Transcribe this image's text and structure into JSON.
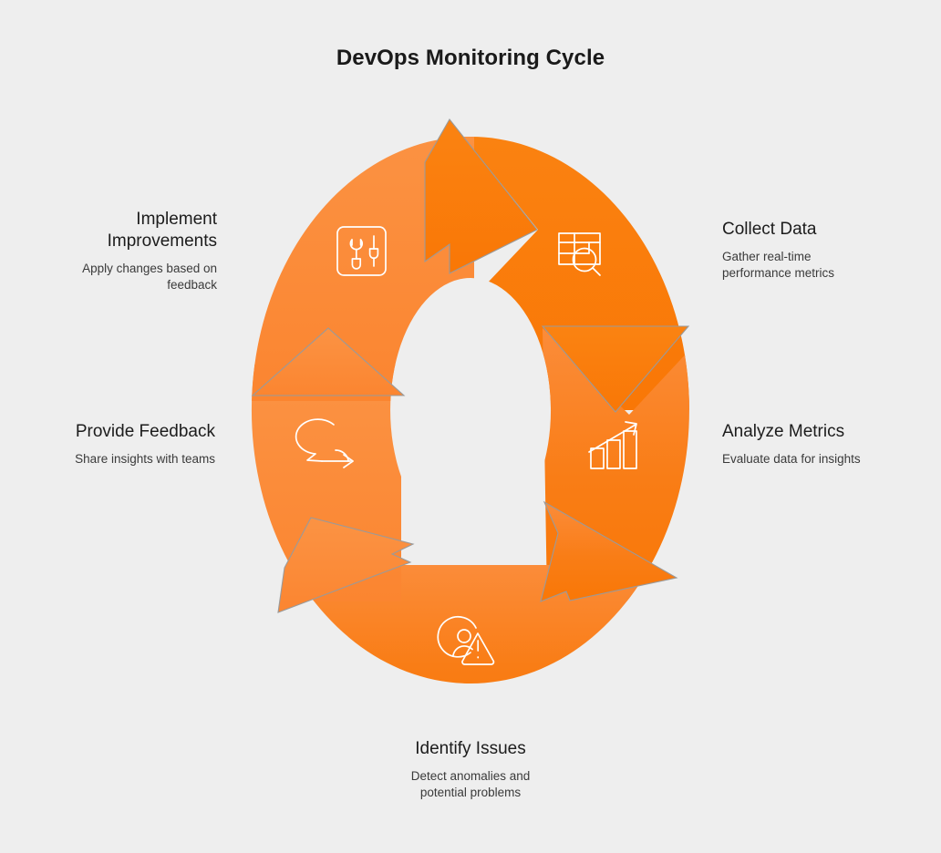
{
  "diagram": {
    "title": "DevOps Monitoring Cycle",
    "type": "cycle",
    "background_color": "#eeeeee",
    "accent_color": "#f97316",
    "accent_color_light": "#fb8c3a",
    "accent_color_dark": "#f97706",
    "outline_color": "#9a9a9a",
    "title_color": "#1a1a1a",
    "label_color": "#1c1c1c",
    "desc_color": "#3a3a3a",
    "icon_color": "#ffffff",
    "direction": "clockwise",
    "step_count": 5
  },
  "steps": [
    {
      "id": "collect-data",
      "order": 1,
      "title": "Collect Data",
      "description": "Gather real-time\nperformance metrics",
      "icon": "table-search-icon",
      "side": "right-top",
      "align": "left"
    },
    {
      "id": "analyze-metrics",
      "order": 2,
      "title": "Analyze Metrics",
      "description": "Evaluate data for insights",
      "icon": "bar-chart-growth-icon",
      "side": "right-middle",
      "align": "left"
    },
    {
      "id": "identify-issues",
      "order": 3,
      "title": "Identify Issues",
      "description": "Detect anomalies and\npotential problems",
      "icon": "user-alert-icon",
      "side": "bottom",
      "align": "center"
    },
    {
      "id": "provide-feedback",
      "order": 4,
      "title": "Provide Feedback",
      "description": "Share insights with teams",
      "icon": "speech-bubble-arrow-icon",
      "side": "left-middle",
      "align": "right"
    },
    {
      "id": "implement-improvements",
      "order": 5,
      "title": "Implement\nImprovements",
      "description": "Apply changes based on\nfeedback",
      "icon": "tools-wrench-screwdriver-icon",
      "side": "left-top",
      "align": "right"
    }
  ]
}
